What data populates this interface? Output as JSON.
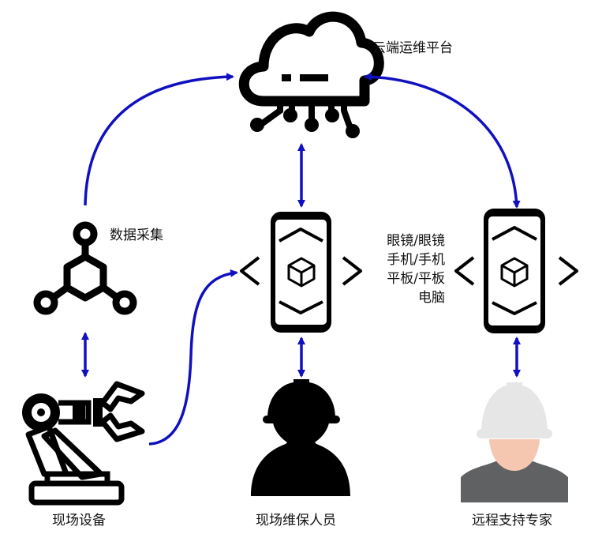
{
  "labels": {
    "cloud_platform": "云端运维平台",
    "data_collection": "数据采集",
    "onsite_equipment": "现场设备",
    "onsite_maintainer": "现场维保人员",
    "remote_expert": "远程支持专家"
  },
  "devices": [
    "眼镜/眼镜",
    "手机/手机",
    "平板/平板",
    "电脑"
  ],
  "colors": {
    "arrow": "#1010c0",
    "icon": "#000000",
    "skin": "#f5c6b0",
    "helmet_gray": "#e6e6e6",
    "shirt_gray": "#5f6163"
  }
}
